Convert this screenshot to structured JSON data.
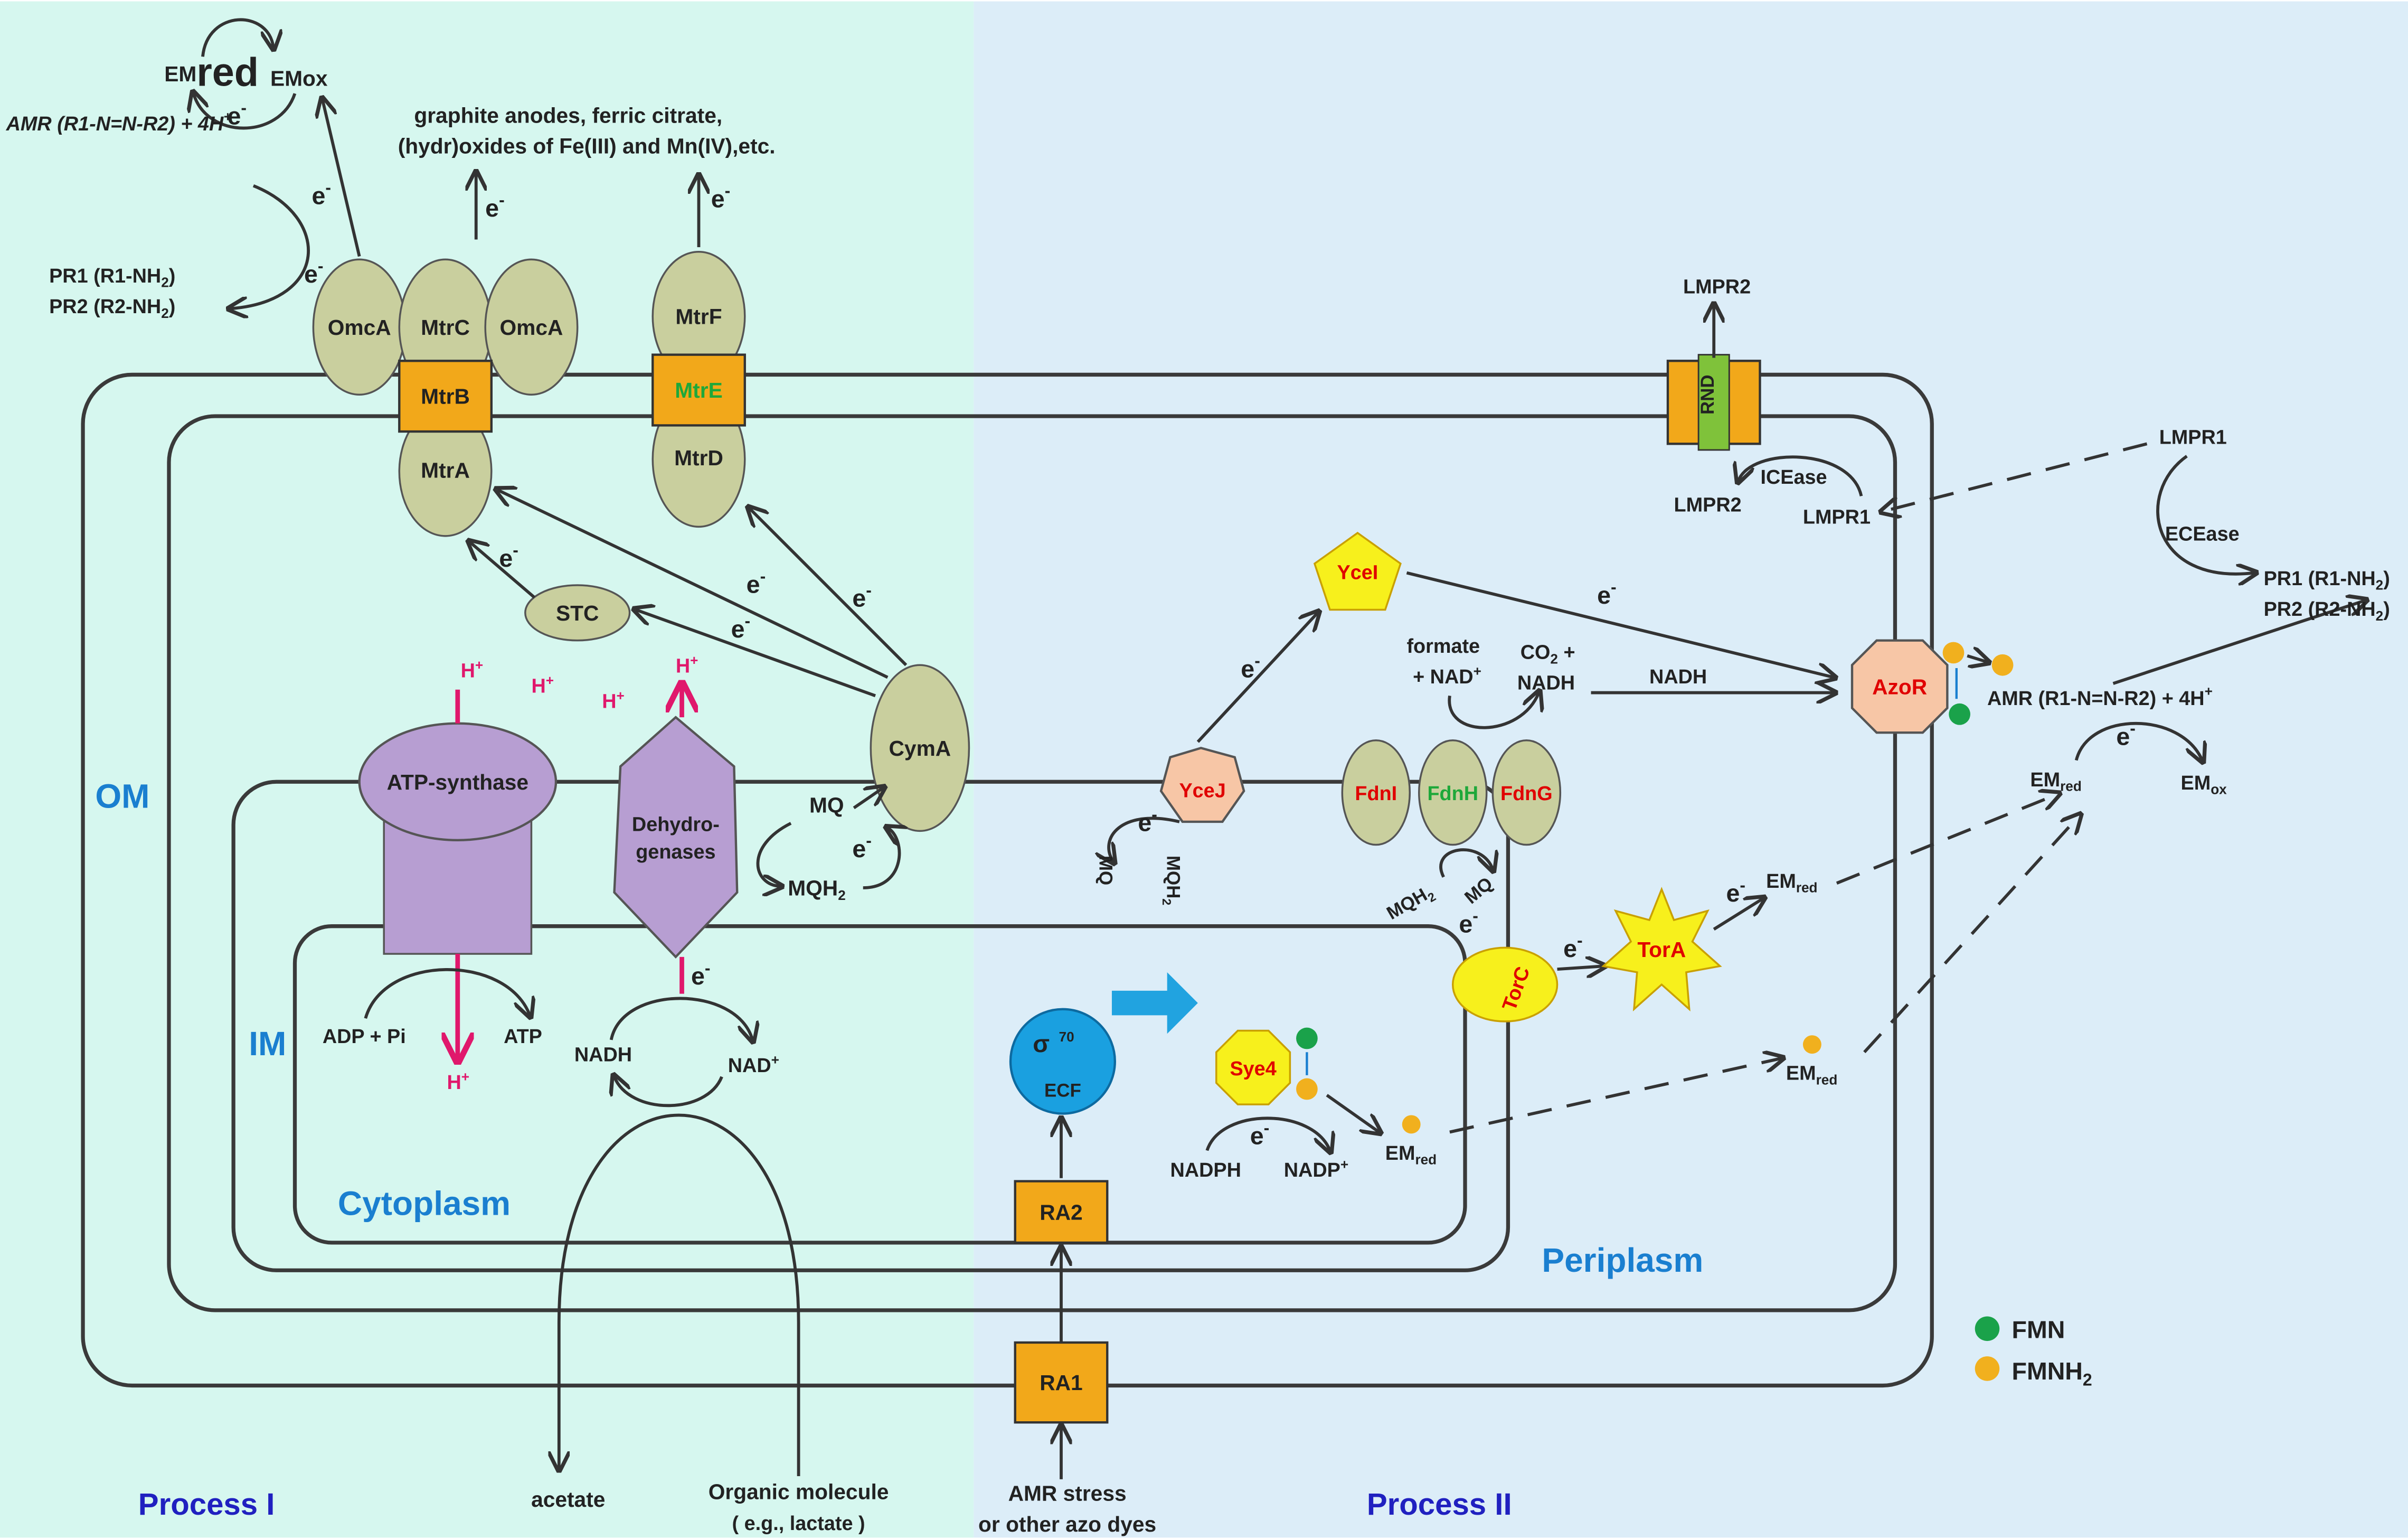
{
  "regions": {
    "process1": "Process I",
    "process2": "Process II",
    "om": "OM",
    "im": "IM",
    "cytoplasm": "Cytoplasm",
    "periplasm": "Periplasm",
    "bg_left": "#d6f7ef",
    "bg_right": "#dcedf8"
  },
  "proteins": {
    "omca_left": "OmcA",
    "mtrc": "MtrC",
    "omca_right": "OmcA",
    "mtrb": "MtrB",
    "mtra": "MtrA",
    "mtrf": "MtrF",
    "mtre": "MtrE",
    "mtrd": "MtrD",
    "stc": "STC",
    "cyma": "CymA",
    "atp_synthase": "ATP-synthase",
    "dehydrogenases_1": "Dehydro-",
    "dehydrogenases_2": "genases",
    "ycel": "YceI",
    "ycej": "YceJ",
    "fdni": "FdnI",
    "fdnh": "FdnH",
    "fdng": "FdnG",
    "torc": "TorC",
    "tora": "TorA",
    "sye4": "Sye4",
    "azor": "AzoR",
    "rnd": "RND",
    "ra1": "RA1",
    "ra2": "RA2",
    "sigma": "σ",
    "sigma_sup": "70",
    "ecf": "ECF"
  },
  "labels": {
    "em_red_top": "EM",
    "em_red_top_sub": "red",
    "emox_top": "EMox",
    "amr_left": "AMR (R1-N=N-R2) + 4H",
    "amr_left_sup": "+",
    "pr1_left": "PR1 (R1-NH",
    "pr1_left_tail": ")",
    "pr2_left": "PR2 (R2-NH",
    "pr2_left_tail": ")",
    "sub2": "2",
    "acceptors_1": "graphite anodes, ferric citrate,",
    "acceptors_2": "(hydr)oxides of Fe(III) and Mn(IV),etc.",
    "electron": "e",
    "minus": "-",
    "lmpr2_top": "LMPR2",
    "lmpr2_mid": "LMPR2",
    "lmpr1_mid": "LMPR1",
    "lmpr1_right": "LMPR1",
    "icease": "ICEase",
    "ecease": "ECEase",
    "pr1_right": "PR1 (R1-NH",
    "pr1_right_tail": ")",
    "pr2_right": "PR2 (R2-NH",
    "pr2_right_tail": ")",
    "amr_right": "AMR (R1-N=N-R2) + 4H",
    "amr_right_sup": "+",
    "em_red": "EM",
    "red_sub": "red",
    "ox_sub": "ox",
    "formate": "formate",
    "nad_plus_label": "+ NAD",
    "co2": "CO",
    "co2_tail": " +",
    "nadh": "NADH",
    "nadh_arrow": "NADH",
    "mq": "MQ",
    "mqh2": "MQH",
    "h_plus": "H",
    "adp_pi": "ADP + Pi",
    "atp": "ATP",
    "nadh_cyto": "NADH",
    "nad_cyto": "NAD",
    "nadph": "NADPH",
    "nadp": "NADP",
    "acetate": "acetate",
    "organic_1": "Organic molecule",
    "organic_2": "( e.g., lactate )",
    "amr_stress_1": "AMR stress",
    "amr_stress_2": "or other azo dyes",
    "fmn": "FMN",
    "fmnh2": "FMNH",
    "fmnh2_sub": "2"
  },
  "colors": {
    "membrane": "#3a3a3a",
    "protein_olive": "#c9cf9e",
    "protein_orange": "#f2a81a",
    "protein_yellow": "#f7f01c",
    "protein_salmon": "#f7c6a6",
    "protein_purple": "#b79ed2",
    "fmn": "#1aa24a",
    "fmnh2": "#f1b01e",
    "sigma": "#1aa0e0",
    "arrow_blue": "#21a3e0",
    "proton": "#e0186c"
  }
}
